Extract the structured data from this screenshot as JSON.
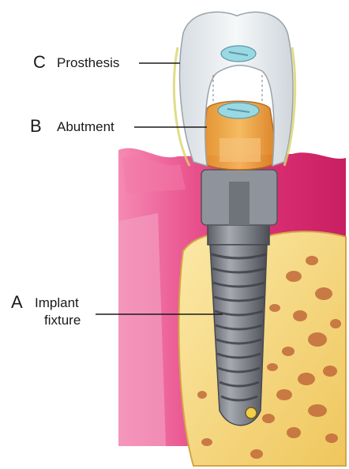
{
  "labels": {
    "c": {
      "letter": "C",
      "name": "Prosthesis"
    },
    "b": {
      "letter": "B",
      "name": "Abutment"
    },
    "a": {
      "letter": "A",
      "name_line1": "Implant",
      "name_line2": "fixture"
    }
  },
  "colors": {
    "gum": "#e2357a",
    "gum_light": "#f27aa8",
    "bone": "#f4d878",
    "bone_pore": "#c26a3a",
    "abutment": "#f0a23a",
    "fixture": "#7d8088",
    "crown": "#e9eef1",
    "screw_access": "#9ad8e3"
  }
}
